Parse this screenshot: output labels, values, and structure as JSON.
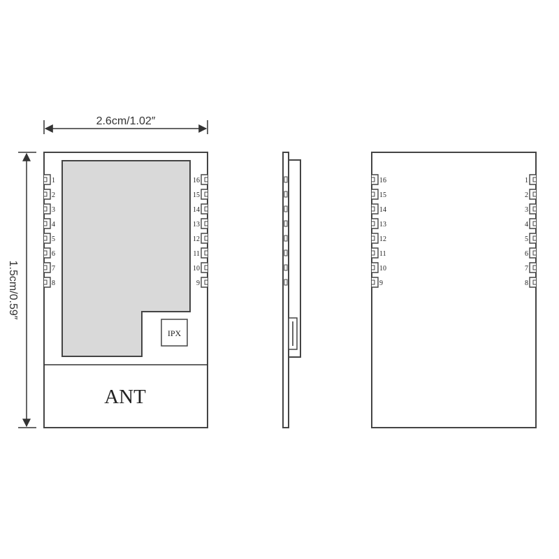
{
  "dimensions": {
    "width_label": "2.6cm/1.02″",
    "height_label": "1.5cm/0.59″"
  },
  "front_view": {
    "antenna_label": "ANT",
    "connector_label": "IPX",
    "left_pins": [
      "1",
      "2",
      "3",
      "4",
      "5",
      "6",
      "7",
      "8"
    ],
    "right_pins": [
      "16",
      "15",
      "14",
      "13",
      "12",
      "11",
      "10",
      "9"
    ]
  },
  "back_view": {
    "left_pins": [
      "16",
      "15",
      "14",
      "13",
      "12",
      "11",
      "10",
      "9"
    ],
    "right_pins": [
      "1",
      "2",
      "3",
      "4",
      "5",
      "6",
      "7",
      "8"
    ]
  },
  "colors": {
    "outline": "#444444",
    "shield_fill": "#d9d9d9"
  }
}
